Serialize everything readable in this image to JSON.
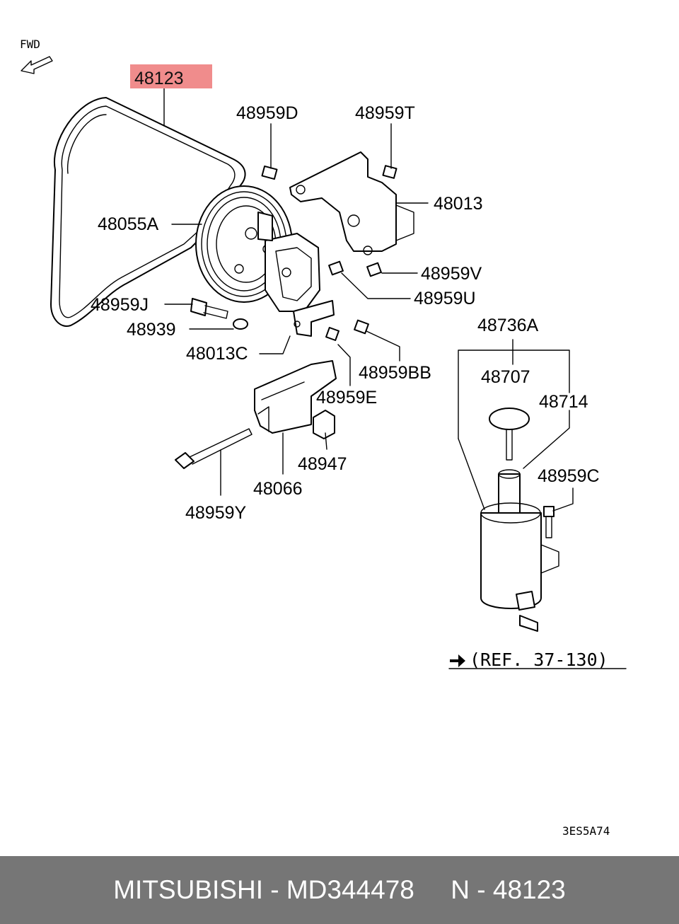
{
  "diagram": {
    "direction_label": "FWD",
    "highlight_color": "#f08c8c",
    "highlighted_part": "48123",
    "labels": {
      "p48123": "48123",
      "p48959D": "48959D",
      "p48959T": "48959T",
      "p48013": "48013",
      "p48055A": "48055A",
      "p48959V": "48959V",
      "p48959U": "48959U",
      "p48959J": "48959J",
      "p48939": "48939",
      "p48013C": "48013C",
      "p48959BB": "48959BB",
      "p48959E": "48959E",
      "p48947": "48947",
      "p48066": "48066",
      "p48959Y": "48959Y",
      "p48736A": "48736A",
      "p48707": "48707",
      "p48714": "48714",
      "p48959C": "48959C"
    },
    "reference": "(REF. 37-130)",
    "diagram_code": "3ES5A74"
  },
  "footer": {
    "brand": "MITSUBISHI",
    "part_number": "MD344478",
    "callout": "N - 48123",
    "text": "MITSUBISHI - MD344478     N - 48123"
  }
}
